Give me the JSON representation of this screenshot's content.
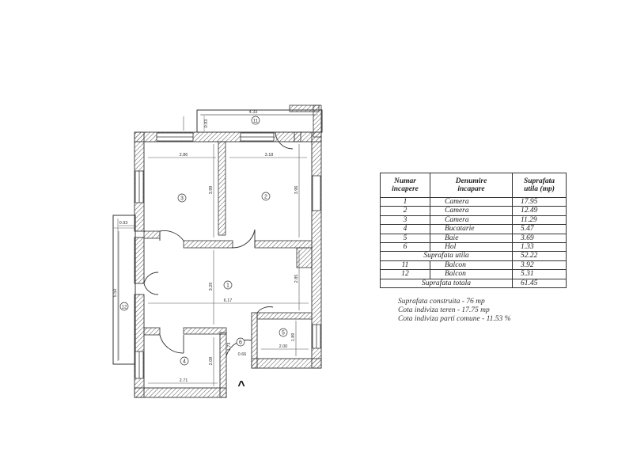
{
  "table": {
    "headers": {
      "number": [
        "Numar",
        "incapere"
      ],
      "name": [
        "Denumire",
        "incapare"
      ],
      "area": [
        "Suprafata",
        "utila (mp)"
      ]
    },
    "rows": [
      {
        "num": "1",
        "name": "Camera",
        "area": "17.95"
      },
      {
        "num": "2",
        "name": "Camera",
        "area": "12.49"
      },
      {
        "num": "3",
        "name": "Camera",
        "area": "11.29"
      },
      {
        "num": "4",
        "name": "Bucatarie",
        "area": "5.47"
      },
      {
        "num": "5",
        "name": "Baie",
        "area": "3.69"
      },
      {
        "num": "6",
        "name": "Hol",
        "area": "1.33"
      }
    ],
    "subtotal": {
      "label": "Suprafata utila",
      "area": "52.22"
    },
    "balconies": [
      {
        "num": "11",
        "name": "Balcon",
        "area": "3.92"
      },
      {
        "num": "12",
        "name": "Balcon",
        "area": "5.31"
      }
    ],
    "total": {
      "label": "Suprafata totala",
      "area": "61.45"
    }
  },
  "notes": [
    "Suprafata construita - 76 mp",
    "Cota indiviza teren - 17.75 mp",
    "Cota indiviza parti comune - 11.53 %"
  ],
  "plan": {
    "room_labels": [
      "1",
      "2",
      "3",
      "4",
      "5",
      "6",
      "11",
      "12"
    ],
    "dimensions": {
      "balcony_top_width": "4.33",
      "balcony_top_depth": "0.93",
      "room3_width": "2.86",
      "room3_depth": "3.99",
      "room2_width": "3.18",
      "room2_depth": "3.96",
      "balcony_left_width": "0.93",
      "balcony_left_length": "5.50",
      "hall_width": "6.17",
      "hall_depth": "3.29",
      "hall_right_depth": "2.85",
      "kitchen_width": "2.71",
      "kitchen_depth": "2.09",
      "bath_width": "2.00",
      "bath_depth": "1.89",
      "hol_depth": "1.73",
      "hol_width": "0.66"
    },
    "north_arrow": "^"
  }
}
